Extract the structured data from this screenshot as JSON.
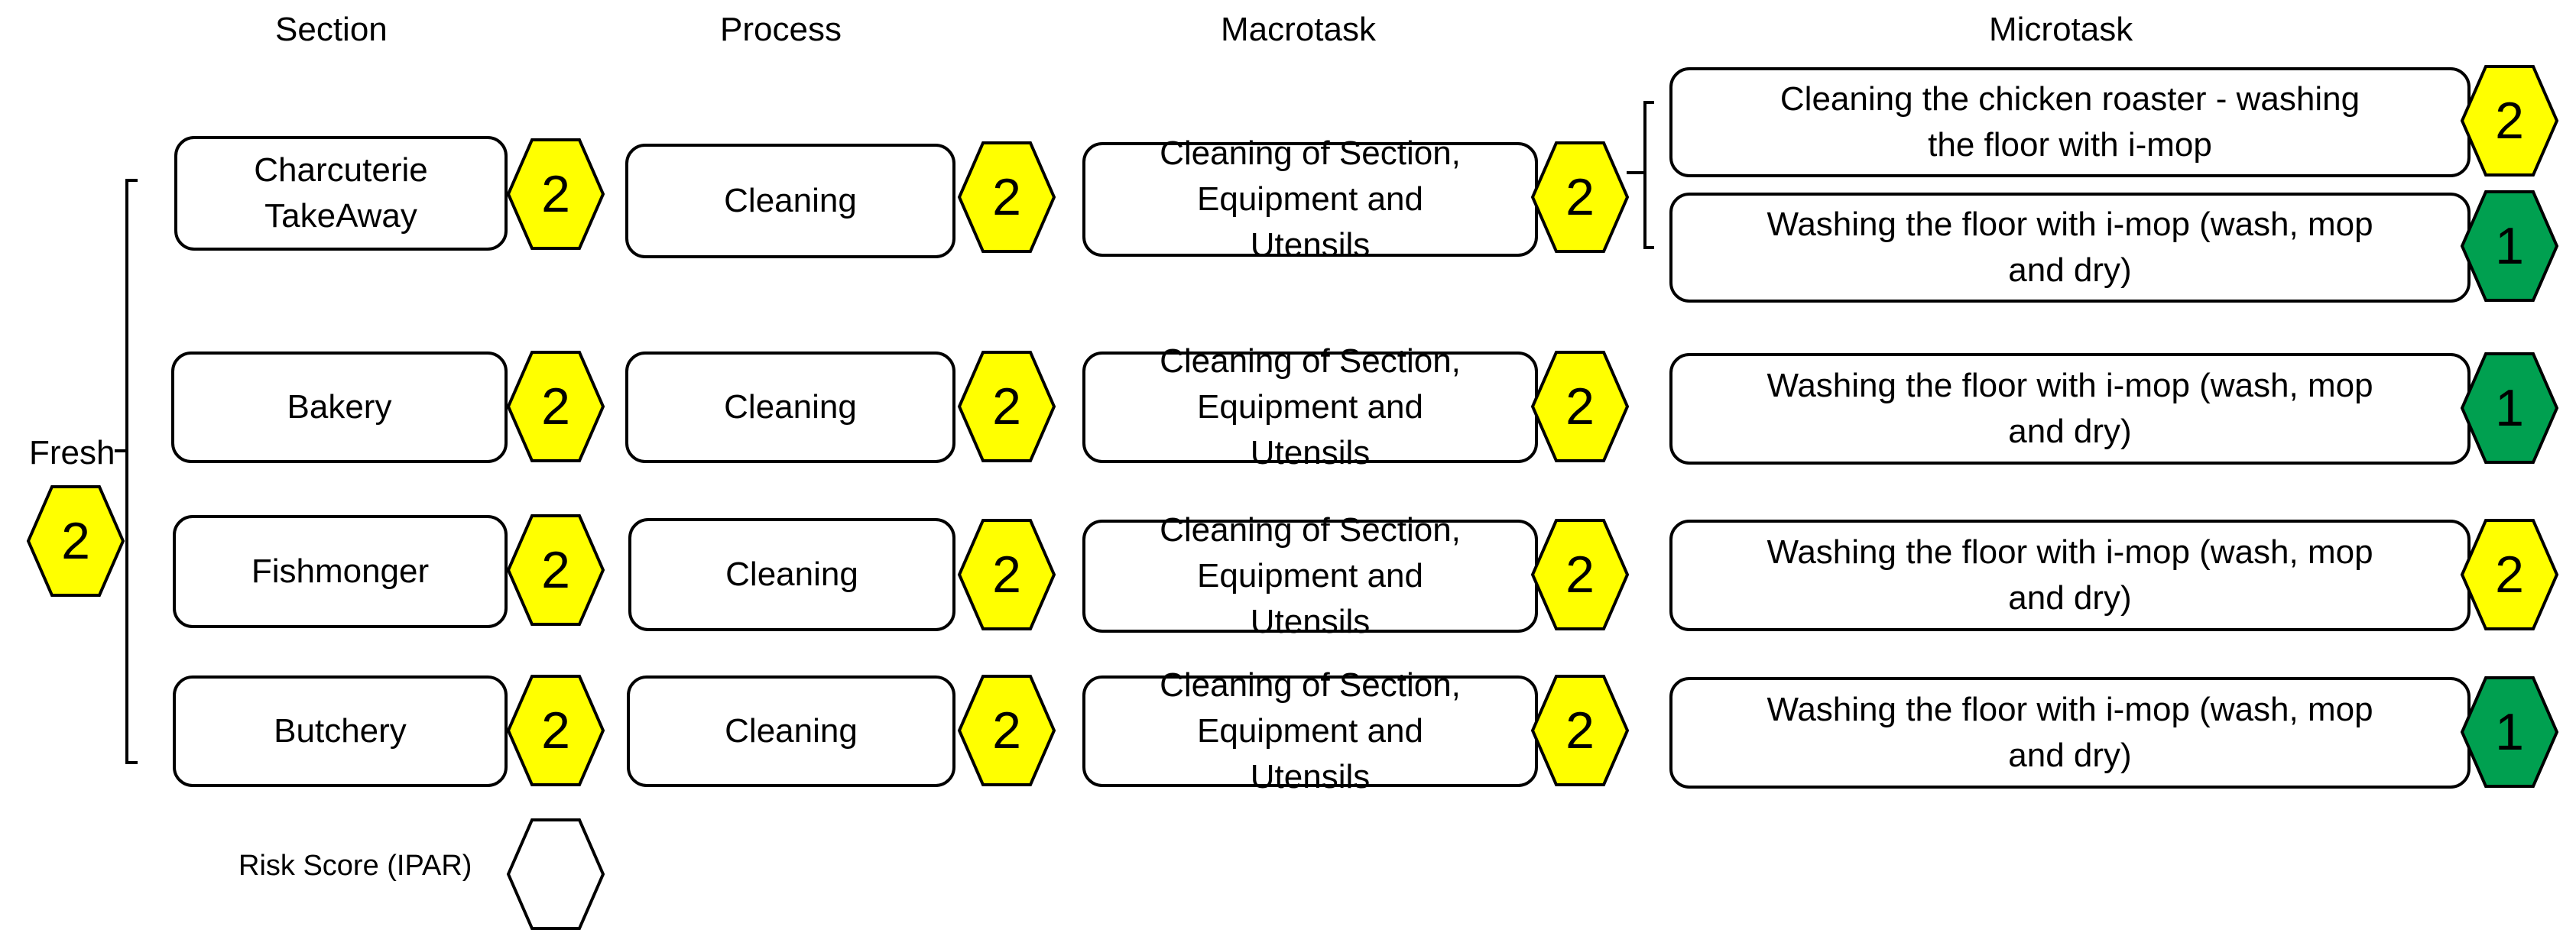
{
  "headers": {
    "section": "Section",
    "process": "Process",
    "macrotask": "Macrotask",
    "microtask": "Microtask"
  },
  "root": {
    "label": "Fresh",
    "score": "2"
  },
  "colors": {
    "yellow": "#FFFF00",
    "green": "#00A050",
    "hex_stroke": "#000000"
  },
  "rows": [
    {
      "section": {
        "line1": "Charcuterie",
        "line2": "TakeAway",
        "score": "2"
      },
      "process": {
        "label": "Cleaning",
        "score": "2"
      },
      "macrotask": {
        "line1": "Cleaning of Section,",
        "line2": "Equipment and",
        "line3": "Utensils",
        "score": "2"
      },
      "microtasks": [
        {
          "line1": "Cleaning the chicken roaster - washing",
          "line2": "the floor with i-mop",
          "score": "2"
        },
        {
          "line1": "Washing the floor with i-mop (wash, mop",
          "line2": "and dry)",
          "score": "1"
        }
      ]
    },
    {
      "section": {
        "line1": "Bakery",
        "score": "2"
      },
      "process": {
        "label": "Cleaning",
        "score": "2"
      },
      "macrotask": {
        "line1": "Cleaning of Section,",
        "line2": "Equipment and",
        "line3": "Utensils",
        "score": "2"
      },
      "microtasks": [
        {
          "line1": "Washing the floor with i-mop (wash, mop",
          "line2": "and dry)",
          "score": "1"
        }
      ]
    },
    {
      "section": {
        "line1": "Fishmonger",
        "score": "2"
      },
      "process": {
        "label": "Cleaning",
        "score": "2"
      },
      "macrotask": {
        "line1": "Cleaning of Section,",
        "line2": "Equipment and",
        "line3": "Utensils",
        "score": "2"
      },
      "microtasks": [
        {
          "line1": "Washing the floor with i-mop (wash, mop",
          "line2": "and dry)",
          "score": "2"
        }
      ]
    },
    {
      "section": {
        "line1": "Butchery",
        "score": "2"
      },
      "process": {
        "label": "Cleaning",
        "score": "2"
      },
      "macrotask": {
        "line1": "Cleaning of Section,",
        "line2": "Equipment and",
        "line3": "Utensils",
        "score": "2"
      },
      "microtasks": [
        {
          "line1": "Washing the floor with i-mop (wash, mop",
          "line2": "and dry)",
          "score": "1"
        }
      ]
    }
  ],
  "legend": {
    "label": "Risk Score (IPAR)"
  }
}
